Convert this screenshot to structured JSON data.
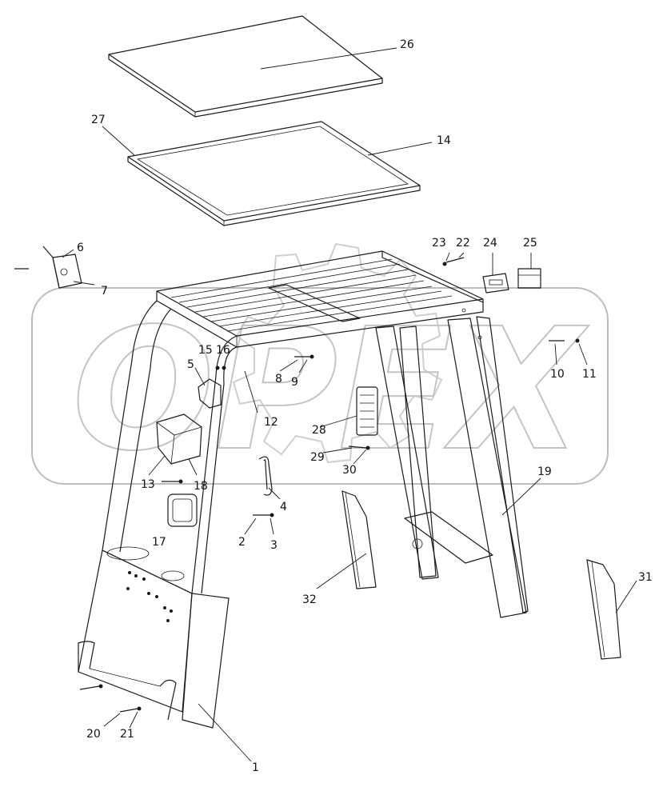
{
  "callouts": [
    {
      "id": "c1",
      "label": "1"
    },
    {
      "id": "c2",
      "label": "2"
    },
    {
      "id": "c3",
      "label": "3"
    },
    {
      "id": "c4",
      "label": "4"
    },
    {
      "id": "c5",
      "label": "5"
    },
    {
      "id": "c6",
      "label": "6"
    },
    {
      "id": "c7",
      "label": "7"
    },
    {
      "id": "c8",
      "label": "8"
    },
    {
      "id": "c9",
      "label": "9"
    },
    {
      "id": "c10",
      "label": "10"
    },
    {
      "id": "c11",
      "label": "11"
    },
    {
      "id": "c12",
      "label": "12"
    },
    {
      "id": "c13",
      "label": "13"
    },
    {
      "id": "c14",
      "label": "14"
    },
    {
      "id": "c15",
      "label": "15"
    },
    {
      "id": "c16",
      "label": "16"
    },
    {
      "id": "c17",
      "label": "17"
    },
    {
      "id": "c18",
      "label": "18"
    },
    {
      "id": "c19",
      "label": "19"
    },
    {
      "id": "c20",
      "label": "20"
    },
    {
      "id": "c21",
      "label": "21"
    },
    {
      "id": "c22",
      "label": "22"
    },
    {
      "id": "c23",
      "label": "23"
    },
    {
      "id": "c24",
      "label": "24"
    },
    {
      "id": "c25",
      "label": "25"
    },
    {
      "id": "c26",
      "label": "26"
    },
    {
      "id": "c27",
      "label": "27"
    },
    {
      "id": "c28",
      "label": "28"
    },
    {
      "id": "c29",
      "label": "29"
    },
    {
      "id": "c30",
      "label": "30"
    },
    {
      "id": "c31",
      "label": "31"
    },
    {
      "id": "c32",
      "label": "32"
    }
  ],
  "watermark": "OPEX"
}
